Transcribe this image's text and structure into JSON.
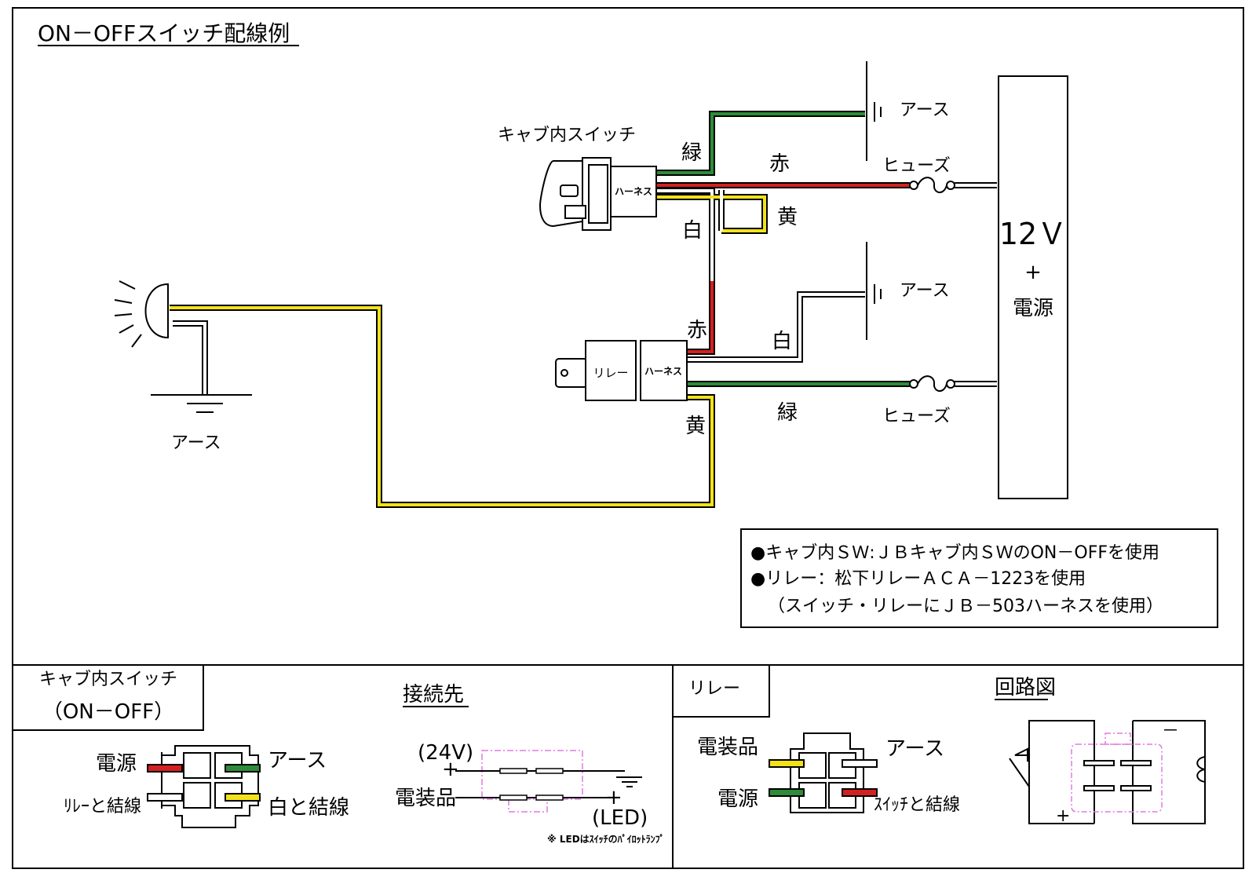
{
  "title": "ON－OFFスイッチ配線例",
  "colors": {
    "green": "#2e8b3a",
    "red": "#d42020",
    "yellow": "#f2e21a",
    "white": "#ffffff",
    "outline": "#000000",
    "magenta": "#e07ae0"
  },
  "wire_labels": {
    "green_top": "緑",
    "red_top": "赤",
    "yellow_top": "黄",
    "white_top": "白",
    "red_relay": "赤",
    "white_relay": "白",
    "green_relay": "緑",
    "yellow_relay": "黄"
  },
  "components": {
    "cab_switch": "キャブ内スイッチ",
    "harness_switch": "ハーネス",
    "relay": "リレー",
    "harness_relay": "ハーネス",
    "ground_top": "アース",
    "ground_mid": "アース",
    "ground_lamp": "アース",
    "fuse_top": "ヒューズ",
    "fuse_bottom": "ヒューズ",
    "power_voltage": "12Ｖ",
    "power_plus": "+",
    "power_label": "電源"
  },
  "notes": [
    "●キャブ内ＳＷ:ＪＢキャブ内ＳＷのON－OFFを使用",
    "●リレー：松下リレーＡＣＡ－1223を使用",
    "（スイッチ・リレーにＪＢ－503ハーネスを使用）"
  ],
  "bottom_left": {
    "header_line1": "キャブ内スイッチ",
    "header_line2": "（ON－OFF）",
    "pins": {
      "top_left": "電源",
      "top_right": "アース",
      "bottom_left": "ﾘﾚｰと結線",
      "bottom_right": "白と結線"
    },
    "connection_title": "接続先",
    "conn_voltage": "(24V)",
    "conn_plus_top": "+",
    "conn_equipment": "電装品",
    "conn_plus_bottom": "+",
    "conn_led": "(LED)",
    "conn_footnote": "※ LEDはｽｲｯﾁのﾊﾟｲﾛｯﾄﾗﾝﾌﾟ"
  },
  "bottom_right": {
    "header": "リレー",
    "pins": {
      "top_left": "電装品",
      "top_right": "アース",
      "bottom_left": "電源",
      "bottom_right": "ｽｲｯﾁと結線"
    },
    "circuit_title": "回路図",
    "circuit_minus": "－",
    "circuit_plus": "+"
  }
}
